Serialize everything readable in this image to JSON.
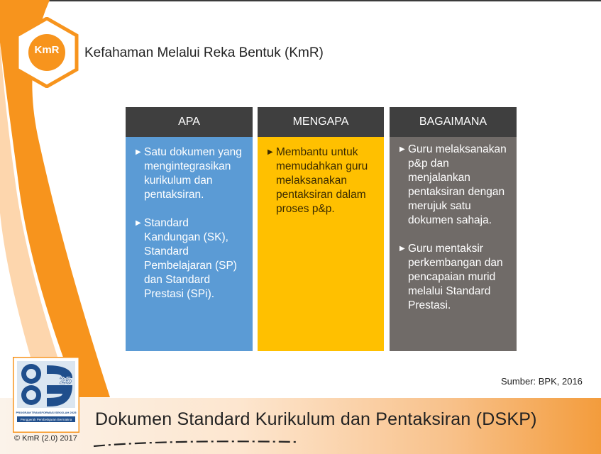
{
  "header": {
    "logo_text": "KmR",
    "title": "Kefahaman Melalui Reka Bentuk (KmR)"
  },
  "columns": [
    {
      "heading": "APA",
      "items": [
        "Satu dokumen yang mengintegrasikan kurikulum dan pentaksiran.",
        "Standard Kandungan (SK), Standard Pembelajaran (SP) dan Standard Prestasi (SPi)."
      ]
    },
    {
      "heading": "MENGAPA",
      "items": [
        "Membantu untuk memudahkan guru melaksanakan pentaksiran dalam proses p&p."
      ]
    },
    {
      "heading": "BAGAIMANA",
      "items": [
        "Guru melaksanakan p&p dan menjalankan pentaksiran dengan merujuk satu dokumen sahaja.",
        "Guru mentaksir perkembangan dan pencapaian murid melalui Standard Prestasi."
      ]
    }
  ],
  "source": "Sumber: BPK, 2016",
  "footer": {
    "title": "Dokumen Standard Kurikulum dan Pentaksiran (DSKP)",
    "copyright": "KmR (2.0) 2017",
    "badge_number": "25",
    "badge_line1": "PROGRAM TRANSFORMASI SEKOLAH 2025",
    "badge_line2": "Penggerak Pembelajaran Bermakna"
  },
  "colors": {
    "accent_orange": "#f7941d",
    "header_dark": "#3f3f3f",
    "apa_blue": "#5b9bd5",
    "mengapa_yellow": "#ffc000",
    "bagaimana_gray": "#706b68"
  }
}
